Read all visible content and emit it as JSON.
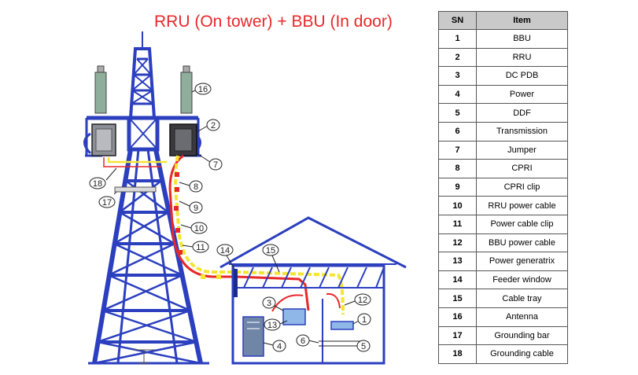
{
  "title": "RRU (On tower) + BBU (In door)",
  "table": {
    "headers": [
      "SN",
      "Item"
    ],
    "rows": [
      {
        "sn": "1",
        "item": "BBU"
      },
      {
        "sn": "2",
        "item": "RRU"
      },
      {
        "sn": "3",
        "item": "DC PDB"
      },
      {
        "sn": "4",
        "item": "Power"
      },
      {
        "sn": "5",
        "item": "DDF"
      },
      {
        "sn": "6",
        "item": "Transmission"
      },
      {
        "sn": "7",
        "item": "Jumper"
      },
      {
        "sn": "8",
        "item": "CPRI"
      },
      {
        "sn": "9",
        "item": "CPRI clip"
      },
      {
        "sn": "10",
        "item": "RRU power cable"
      },
      {
        "sn": "11",
        "item": "Power cable clip"
      },
      {
        "sn": "12",
        "item": "BBU power cable"
      },
      {
        "sn": "13",
        "item": "Power generatrix"
      },
      {
        "sn": "14",
        "item": "Feeder window"
      },
      {
        "sn": "15",
        "item": "Cable tray"
      },
      {
        "sn": "16",
        "item": "Antenna"
      },
      {
        "sn": "17",
        "item": "Grounding bar"
      },
      {
        "sn": "18",
        "item": "Grounding cable"
      }
    ]
  },
  "callouts": [
    "1",
    "2",
    "3",
    "4",
    "5",
    "6",
    "7",
    "8",
    "9",
    "10",
    "11",
    "12",
    "13",
    "14",
    "15",
    "16",
    "17",
    "18"
  ],
  "colors": {
    "title": "#e8282a",
    "tower": "#2b3fbf",
    "cpri_cable": "#f6e431",
    "power_cable": "#e8282a",
    "header_bg": "#c9c9c9"
  }
}
